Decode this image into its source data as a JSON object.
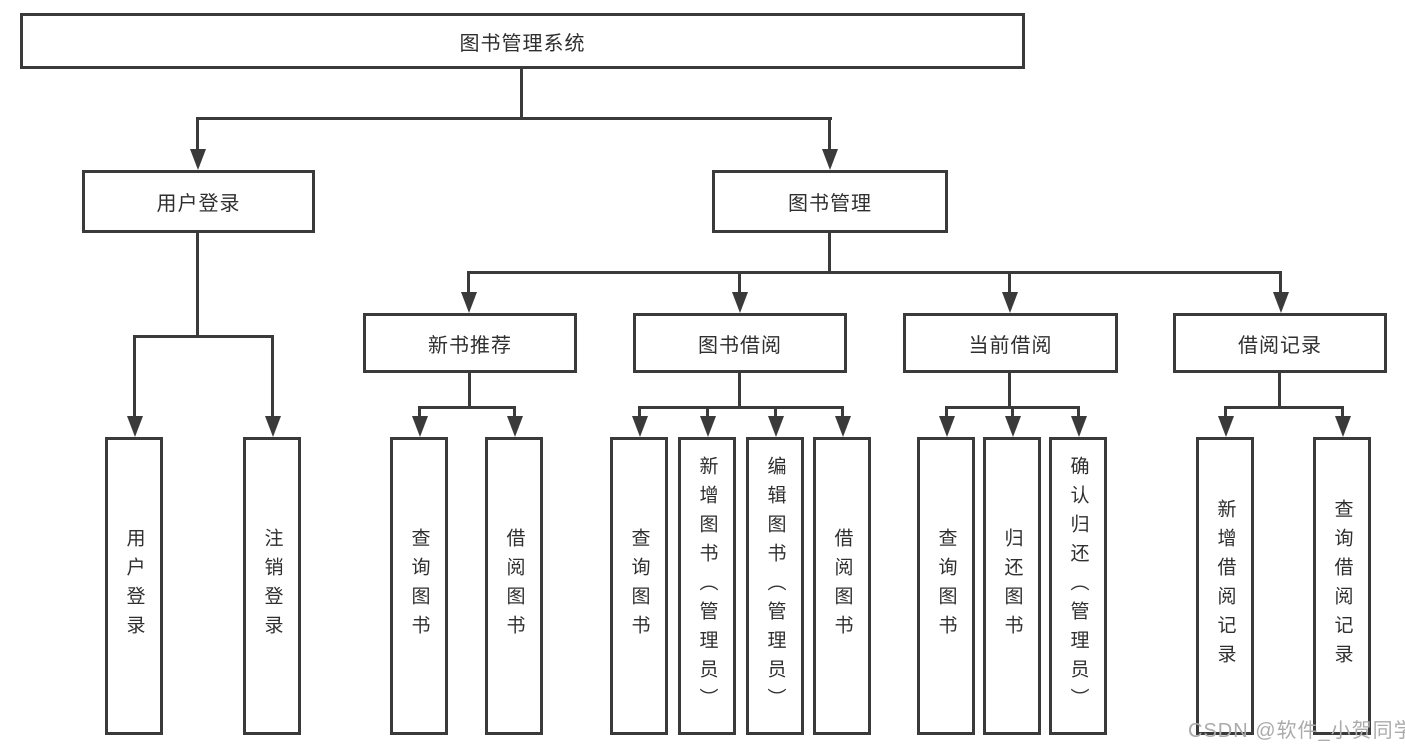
{
  "diagram": {
    "title": "图书管理系统",
    "level2": [
      {
        "label": "用户登录"
      },
      {
        "label": "图书管理"
      }
    ],
    "level3": [
      {
        "label": "新书推荐"
      },
      {
        "label": "图书借阅"
      },
      {
        "label": "当前借阅"
      },
      {
        "label": "借阅记录"
      }
    ],
    "leaves": {
      "user": [
        {
          "label": "用户登录"
        },
        {
          "label": "注销登录"
        }
      ],
      "recommend": [
        {
          "label": "查询图书"
        },
        {
          "label": "借阅图书"
        }
      ],
      "borrow": [
        {
          "label": "查询图书"
        },
        {
          "label": "新增图书（管理员）"
        },
        {
          "label": "编辑图书（管理员）"
        },
        {
          "label": "借阅图书"
        }
      ],
      "current": [
        {
          "label": "查询图书"
        },
        {
          "label": "归还图书"
        },
        {
          "label": "确认归还（管理员）"
        }
      ],
      "records": [
        {
          "label": "新增借阅记录"
        },
        {
          "label": "查询借阅记录"
        }
      ]
    },
    "watermark": "CSDN @软件_小贺同学",
    "colors": {
      "line": "#3a3a3a",
      "text": "#2f2f2f",
      "background": "#ffffff",
      "watermark": "#ababab"
    }
  }
}
